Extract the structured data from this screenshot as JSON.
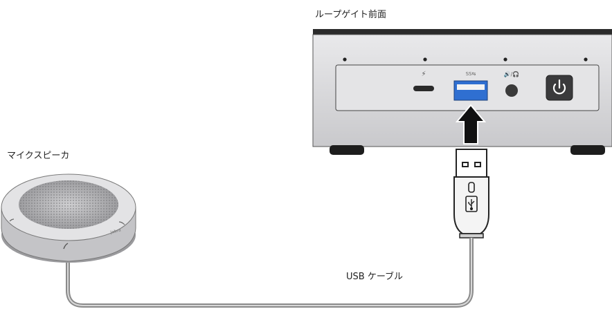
{
  "labels": {
    "device": "ループゲイト前面",
    "speaker": "マイクスピーカ",
    "cable": "USB ケーブル"
  },
  "ports": {
    "thunderbolt_mark": "⚡",
    "usb_mark": "SS⇆",
    "audio_mark": "🔊/🎧",
    "speaker_brand": "Jabra"
  },
  "colors": {
    "device_top": "#2b2b2b",
    "device_body": "#d6d6d8",
    "panel": "#e4e4e6",
    "usb_port": "#2f6fd1",
    "power_button": "#3a3a3c",
    "cable": "#8a8a8a",
    "arrow": "#111111"
  },
  "icons": {
    "power": "power-icon",
    "usb_symbol": "usb-icon",
    "headphone": "headphone-icon"
  }
}
